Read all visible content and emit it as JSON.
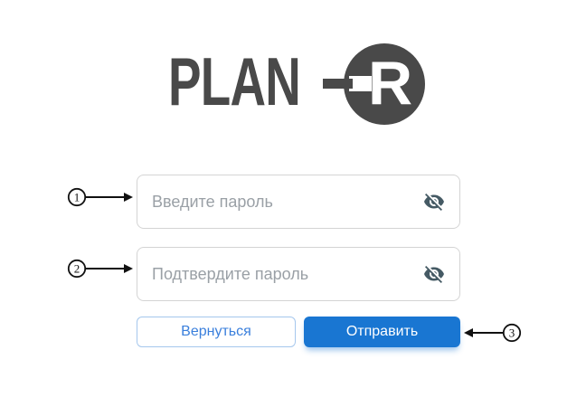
{
  "logo": {
    "wordmark": "PLAN",
    "dash": "-",
    "circle_letter": "R"
  },
  "form": {
    "password": {
      "placeholder": "Введите пароль",
      "value": ""
    },
    "confirm_password": {
      "placeholder": "Подтвердите пароль",
      "value": ""
    },
    "buttons": {
      "return": "Вернуться",
      "submit": "Отправить"
    }
  },
  "annotations": [
    {
      "number": "1"
    },
    {
      "number": "2"
    },
    {
      "number": "3"
    }
  ],
  "icons": {
    "password_toggle": "visibility-off-icon"
  },
  "colors": {
    "logo_gray": "#494949",
    "primary_blue": "#1976d2",
    "outline_button_border": "#a5c7ed",
    "outline_button_text": "#3a7fdc",
    "placeholder_gray": "#9aa0a6",
    "field_border": "#d4d4d4",
    "eye_icon": "#455a64",
    "annotation_black": "#111111",
    "background": "#ffffff"
  }
}
